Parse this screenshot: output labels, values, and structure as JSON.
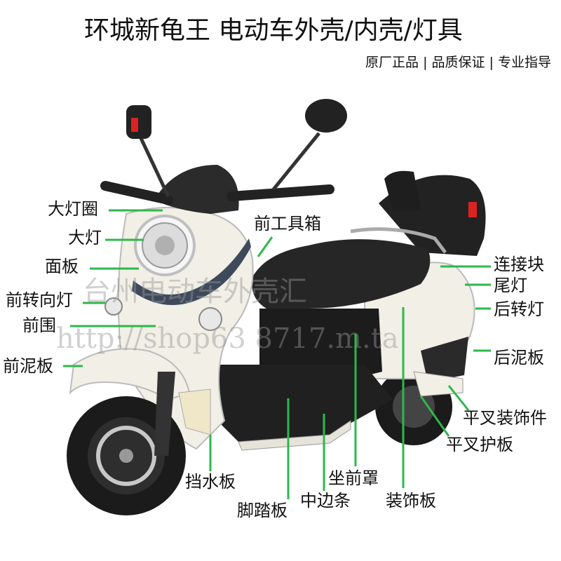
{
  "header": {
    "title": "环城新龟王  电动车外壳/内壳/灯具",
    "subtitle": "原厂正品 | 品质保证 | 专业指导"
  },
  "labels": {
    "headlight_ring": "大灯圈",
    "headlight": "大灯",
    "face_panel": "面板",
    "front_turn_light": "前转向灯",
    "front_shroud": "前围",
    "front_fender": "前泥板",
    "front_toolbox": "前工具箱",
    "connector_block": "连接块",
    "tail_light": "尾灯",
    "rear_turn_light": "后转灯",
    "rear_fender": "后泥板",
    "swingarm_trim": "平叉装饰件",
    "swingarm_guard": "平叉护板",
    "splash_board": "挡水板",
    "footrest_board": "脚踏板",
    "middle_strip": "中边条",
    "seat_front_cover": "坐前罩",
    "trim_panel": "装饰板"
  },
  "watermarks": {
    "cn": "台州电动车外壳汇",
    "url": "http://shop63 8717.m.ta"
  },
  "colors": {
    "leader": "#2db84b",
    "body": "#f1efe6",
    "seat": "#262626"
  }
}
